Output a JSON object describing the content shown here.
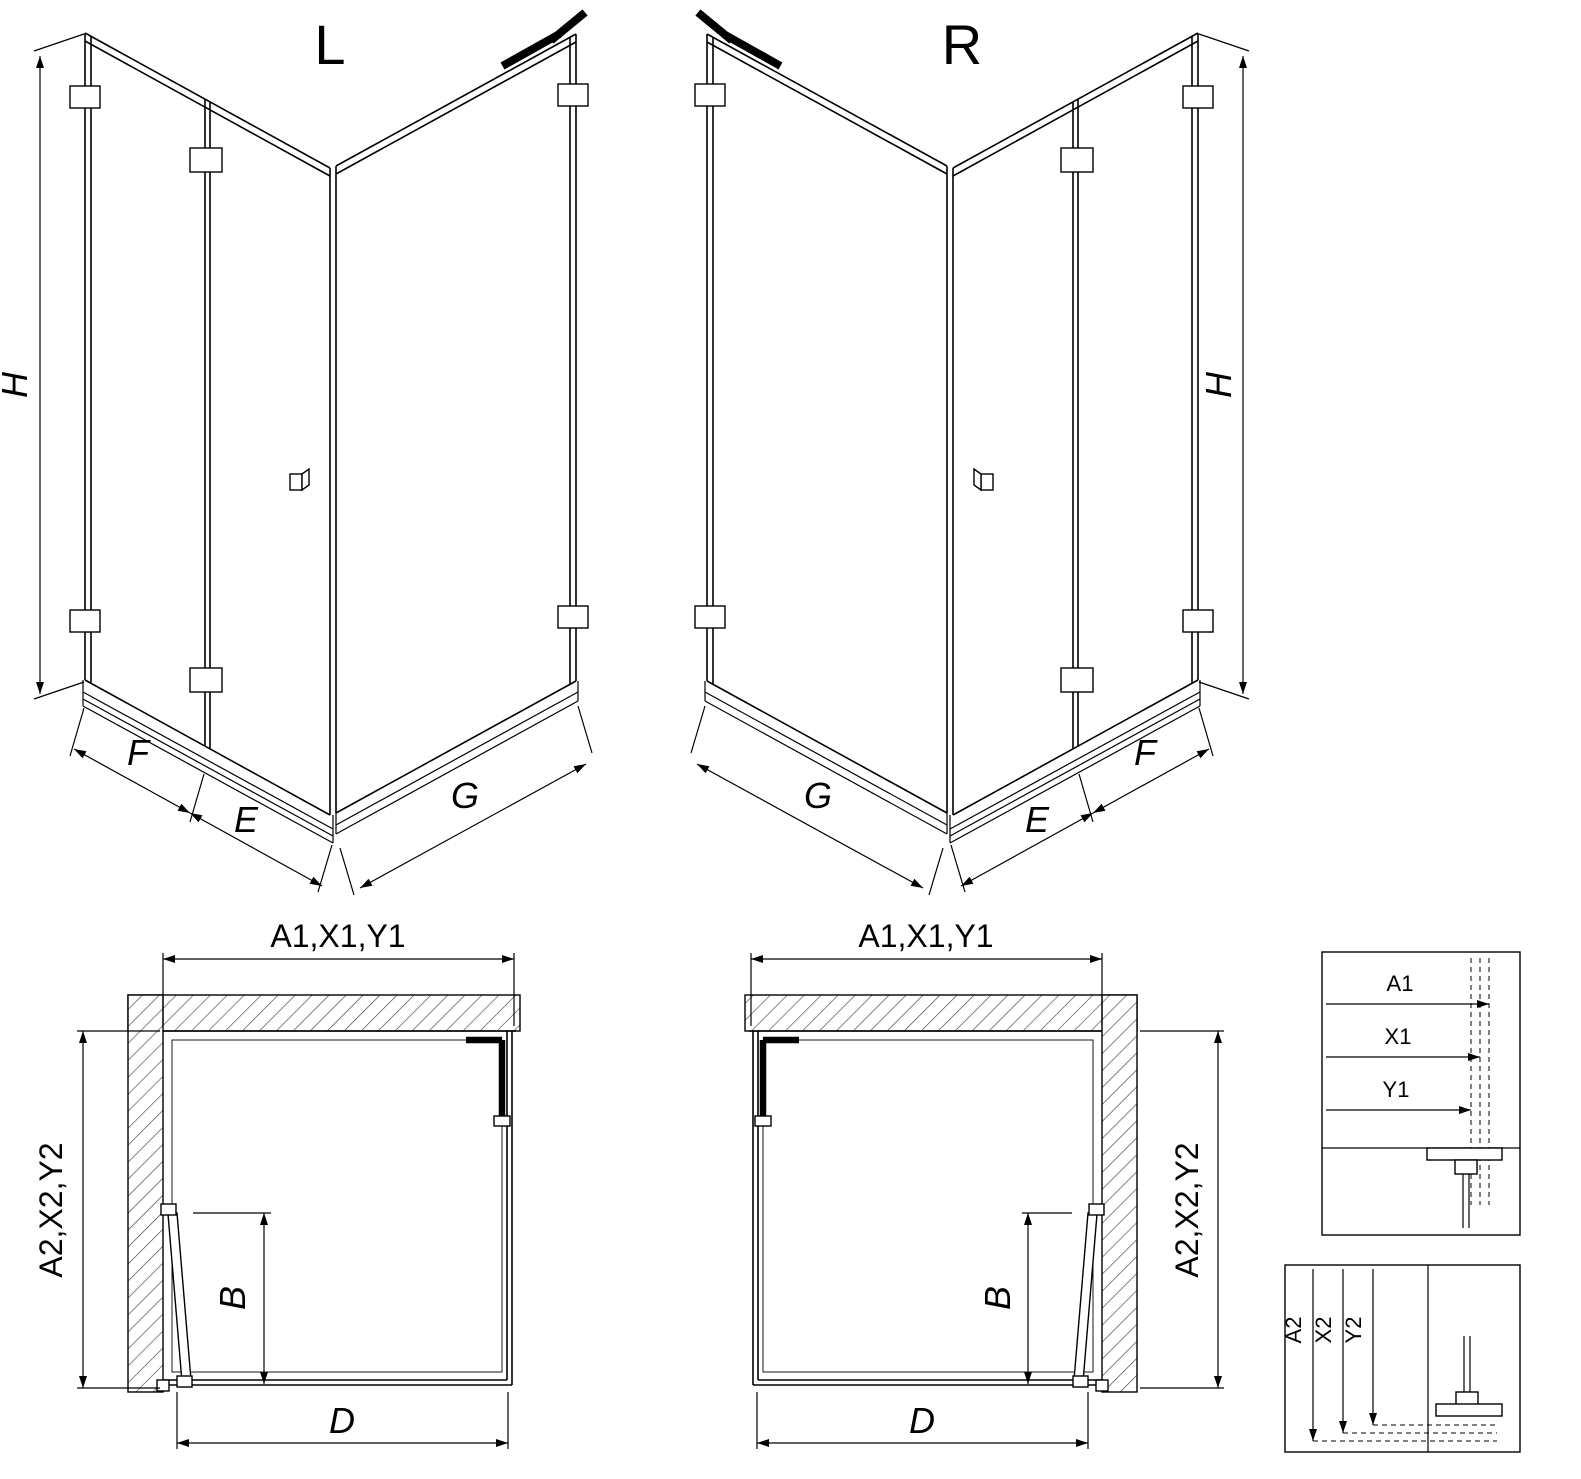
{
  "drawing": {
    "iso_left": {
      "title": "L",
      "dim_h": "H",
      "dim_f": "F",
      "dim_e": "E",
      "dim_g": "G"
    },
    "iso_right": {
      "title": "R",
      "dim_h": "H",
      "dim_f": "F",
      "dim_e": "E",
      "dim_g": "G"
    },
    "plan_left": {
      "dim_top": "A1,X1,Y1",
      "dim_side": "A2,X2,Y2",
      "dim_b": "B",
      "dim_d": "D"
    },
    "plan_right": {
      "dim_top": "A1,X1,Y1",
      "dim_side": "A2,X2,Y2",
      "dim_b": "B",
      "dim_d": "D"
    },
    "detail_top": {
      "dim_a1": "A1",
      "dim_x1": "X1",
      "dim_y1": "Y1"
    },
    "detail_bottom": {
      "dim_a2": "A2",
      "dim_x2": "X2",
      "dim_y2": "Y2"
    },
    "colors": {
      "line": "#000000",
      "background": "#ffffff"
    }
  }
}
